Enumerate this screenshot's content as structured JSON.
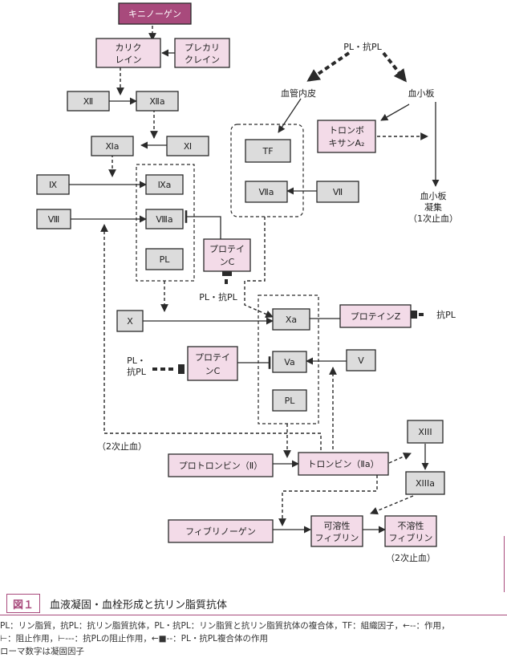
{
  "nodes": {
    "kininogen": "キニノーゲン",
    "kallikrein_1": "カリク",
    "kallikrein_2": "レイン",
    "prekallikrein_1": "プレカリ",
    "prekallikrein_2": "クレイン",
    "f12": "Ⅻ",
    "f12a": "Ⅻa",
    "f11a": "Ⅺa",
    "f11": "Ⅺ",
    "f9": "Ⅸ",
    "f9a": "Ⅸa",
    "f8": "Ⅷ",
    "f8a": "Ⅷa",
    "pl_group1": "PL",
    "protein_c_upper_1": "プロテイ",
    "protein_c_upper_2": "ンC",
    "tf": "TF",
    "f7a": "Ⅶa",
    "f7": "Ⅶ",
    "thromboxane_1": "トロンボ",
    "thromboxane_2": "キサンA₂",
    "f10": "X",
    "f10a": "Xa",
    "protein_z": "プロテインZ",
    "protein_c_lower_1": "プロテイ",
    "protein_c_lower_2": "ンC",
    "f5a": "Va",
    "f5": "V",
    "pl_group2": "PL",
    "f13": "XIII",
    "f13a": "XIIIa",
    "prothrombin": "プロトロンビン（Ⅱ）",
    "thrombin": "トロンビン（Ⅱa）",
    "fibrinogen": "フィブリノーゲン",
    "soluble_fibrin_1": "可溶性",
    "soluble_fibrin_2": "フィブリン",
    "insoluble_fibrin_1": "不溶性",
    "insoluble_fibrin_2": "フィブリン"
  },
  "labels": {
    "pl_antipl_top": "PL・抗PL",
    "endothelium": "血管内皮",
    "platelet": "血小板",
    "platelet_agg_1": "血小板",
    "platelet_agg_2": "凝集",
    "primary_hemostasis": "（1次止血）",
    "pl_antipl_mid": "PL・抗PL",
    "anti_pl_right": "抗PL",
    "pl_left_1": "PL・",
    "pl_left_2": "抗PL",
    "secondary_hemostasis_left": "（2次止血）",
    "secondary_hemostasis_bottom": "（2次止血）"
  },
  "caption": {
    "figure_label": "図１",
    "title": "血液凝固・血栓形成と抗リン脂質抗体",
    "note_line1": "PL：リン脂質，抗PL：抗リン脂質抗体，PL・抗PL：リン脂質と抗リン脂質抗体の複合体，TF：組織因子，←--：作用，",
    "note_line2": "⊢：阻止作用，⊢---：抗PLの阻止作用，←■--：PL・抗PL複合体の作用",
    "note_line3": "ローマ数字は凝固因子"
  },
  "colors": {
    "pink_fill": "#f3dbe8",
    "dark_pink": "#a84a7c",
    "gray_fill": "#dcdcdc"
  }
}
